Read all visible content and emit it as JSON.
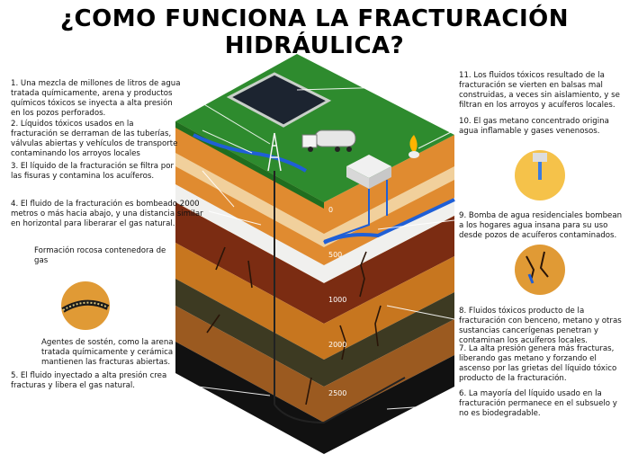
{
  "title": "¿COMO FUNCIONA LA FRACTURACIÓN HIDRÁULICA?",
  "notes_left": [
    {
      "id": "n1",
      "text": "1. Una mezcla de millones de litros de agua tratada químicamente, arena y productos químicos tóxicos se inyecta a alta presión en los pozos perforados."
    },
    {
      "id": "n2",
      "text": "2. Líquidos tóxicos usados en la fracturación se derraman de las tuberías, válvulas abiertas y vehículos de transporte contaminando los arroyos locales"
    },
    {
      "id": "n3",
      "text": "3. El líquido de la fracturación se filtra por las fisuras y contamina los acuíferos."
    },
    {
      "id": "n4",
      "text": "4. El fluido de la fracturación es bombeado 2000 metros o más hacia abajo, y una distancia similar en horizontal para liberarar el gas natural."
    },
    {
      "id": "n_rock",
      "text": "Formación rocosa contenedora de gas"
    },
    {
      "id": "n_agents",
      "text": "Agentes de sostén, como la arena tratada químicamente y cerámica mantienen las fracturas abiertas."
    },
    {
      "id": "n5",
      "text": "5. El fluido inyectado a alta presión crea fracturas y libera el gas natural."
    }
  ],
  "notes_right": [
    {
      "id": "n11",
      "text": "11. Los fluidos tóxicos resultado de la fracturación se vierten en balsas mal construidas, a veces sin aislamiento, y se filtran en los arroyos y acuíferos locales."
    },
    {
      "id": "n10",
      "text": "10. El gas metano concentrado origina agua inflamable y gases venenosos."
    },
    {
      "id": "n9",
      "text": "9. Bomba de agua residenciales bombean a los hogares agua insana para su uso desde pozos de acuíferos contaminados."
    },
    {
      "id": "n8",
      "text": "8. Fluidos tóxicos producto de la fracturación con benceno, metano y otras sustancias cancerígenas penetran y contaminan los acuíferos locales."
    },
    {
      "id": "n7",
      "text": "7. La alta presión genera más fracturas, liberando gas metano y forzando el ascenso por las grietas del líquido tóxico producto de la fracturación."
    },
    {
      "id": "n6",
      "text": "6. La mayoría del líquido usado en la fracturación permanece en el subsuelo y no es biodegradable."
    }
  ],
  "depth_labels": [
    "0",
    "500",
    "1000",
    "2000",
    "2500"
  ],
  "colors": {
    "grass": "#2e8b2e",
    "soil_top": "#d9822b",
    "aquifer": "#e8e8e8",
    "water": "#1f5fd6",
    "rock": "#7a2a12",
    "gas_rock": "#3a3a22",
    "deep": "#111111",
    "pond": "#1c2430"
  }
}
